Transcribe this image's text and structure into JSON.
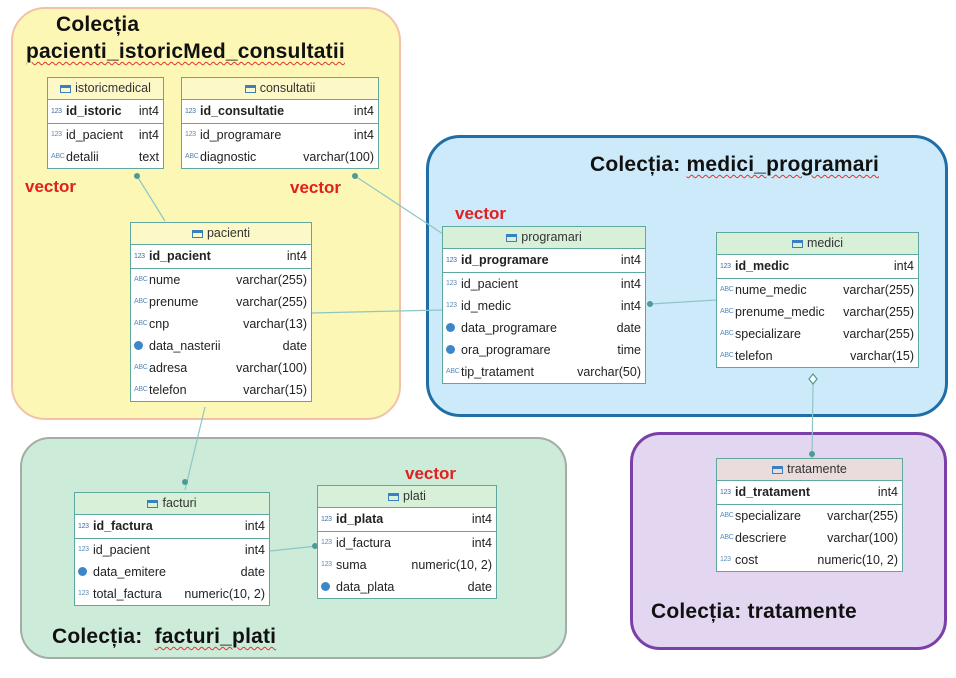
{
  "regions": {
    "pacienti": {
      "title_line1": "Colecția",
      "title_line2": "pacienti_istoricMed_consultatii"
    },
    "medici": {
      "title_prefix": "Colecția:",
      "title_name": "medici_programari"
    },
    "facturi": {
      "title_prefix": "Colecția:",
      "title_name": "facturi_plati"
    },
    "tratamente": {
      "title": "Colecția: tratamente"
    }
  },
  "labels": {
    "vector": "vector"
  },
  "tables": {
    "istoricmedical": {
      "name": "istoricmedical",
      "rows": [
        {
          "icon": "123",
          "field": "id_istoric",
          "type": "int4",
          "pk": true
        },
        {
          "icon": "123",
          "field": "id_pacient",
          "type": "int4"
        },
        {
          "icon": "ABC",
          "field": "detalii",
          "type": "text"
        }
      ]
    },
    "consultatii": {
      "name": "consultatii",
      "rows": [
        {
          "icon": "123",
          "field": "id_consultatie",
          "type": "int4",
          "pk": true
        },
        {
          "icon": "123",
          "field": "id_programare",
          "type": "int4"
        },
        {
          "icon": "ABC",
          "field": "diagnostic",
          "type": "varchar(100)"
        }
      ]
    },
    "pacienti": {
      "name": "pacienti",
      "rows": [
        {
          "icon": "123",
          "field": "id_pacient",
          "type": "int4",
          "pk": true
        },
        {
          "icon": "ABC",
          "field": "nume",
          "type": "varchar(255)"
        },
        {
          "icon": "ABC",
          "field": "prenume",
          "type": "varchar(255)"
        },
        {
          "icon": "ABC",
          "field": "cnp",
          "type": "varchar(13)"
        },
        {
          "icon": "clock",
          "field": "data_nasterii",
          "type": "date"
        },
        {
          "icon": "ABC",
          "field": "adresa",
          "type": "varchar(100)"
        },
        {
          "icon": "ABC",
          "field": "telefon",
          "type": "varchar(15)"
        }
      ]
    },
    "programari": {
      "name": "programari",
      "rows": [
        {
          "icon": "123",
          "field": "id_programare",
          "type": "int4",
          "pk": true
        },
        {
          "icon": "123",
          "field": "id_pacient",
          "type": "int4"
        },
        {
          "icon": "123",
          "field": "id_medic",
          "type": "int4"
        },
        {
          "icon": "clock",
          "field": "data_programare",
          "type": "date"
        },
        {
          "icon": "clock",
          "field": "ora_programare",
          "type": "time"
        },
        {
          "icon": "ABC",
          "field": "tip_tratament",
          "type": "varchar(50)"
        }
      ]
    },
    "medici": {
      "name": "medici",
      "rows": [
        {
          "icon": "123",
          "field": "id_medic",
          "type": "int4",
          "pk": true
        },
        {
          "icon": "ABC",
          "field": "nume_medic",
          "type": "varchar(255)"
        },
        {
          "icon": "ABC",
          "field": "prenume_medic",
          "type": "varchar(255)"
        },
        {
          "icon": "ABC",
          "field": "specializare",
          "type": "varchar(255)"
        },
        {
          "icon": "ABC",
          "field": "telefon",
          "type": "varchar(15)"
        }
      ]
    },
    "facturi": {
      "name": "facturi",
      "rows": [
        {
          "icon": "123",
          "field": "id_factura",
          "type": "int4",
          "pk": true
        },
        {
          "icon": "123",
          "field": "id_pacient",
          "type": "int4"
        },
        {
          "icon": "clock",
          "field": "data_emitere",
          "type": "date"
        },
        {
          "icon": "123",
          "field": "total_factura",
          "type": "numeric(10, 2)"
        }
      ]
    },
    "plati": {
      "name": "plati",
      "rows": [
        {
          "icon": "123",
          "field": "id_plata",
          "type": "int4",
          "pk": true
        },
        {
          "icon": "123",
          "field": "id_factura",
          "type": "int4"
        },
        {
          "icon": "123",
          "field": "suma",
          "type": "numeric(10, 2)"
        },
        {
          "icon": "clock",
          "field": "data_plata",
          "type": "date"
        }
      ]
    },
    "tratamente": {
      "name": "tratamente",
      "rows": [
        {
          "icon": "123",
          "field": "id_tratament",
          "type": "int4",
          "pk": true
        },
        {
          "icon": "ABC",
          "field": "specializare",
          "type": "varchar(255)"
        },
        {
          "icon": "ABC",
          "field": "descriere",
          "type": "varchar(100)"
        },
        {
          "icon": "123",
          "field": "cost",
          "type": "numeric(10, 2)"
        }
      ]
    }
  }
}
